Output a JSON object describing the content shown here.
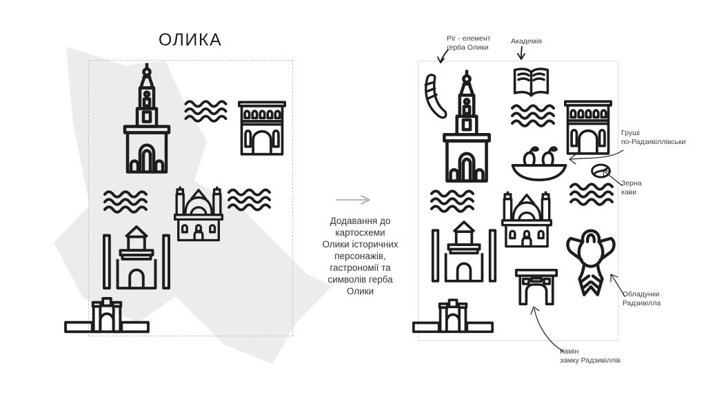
{
  "left_panel": {
    "title": "ОЛИКА",
    "icons": [
      "church-bell-tower",
      "river-waves",
      "triumphal-arch",
      "collegiate-dome-church",
      "castle-gate",
      "bridge-gate"
    ]
  },
  "transition": {
    "caption": "Додавання до\nкартосхеми\nОлики історичних\nперсонажів,\nгастрономії та\nсимволів герба\nОлики"
  },
  "right_panel": {
    "icons": [
      "horn",
      "church-bell-tower",
      "open-book",
      "river-waves",
      "triumphal-arch",
      "pears-bowl",
      "coffee-bean",
      "collegiate-dome-church",
      "castle-gate",
      "knight-armor",
      "fireplace",
      "bridge-gate"
    ],
    "annotations": {
      "horn": {
        "label": "Ріг - елемент\nгерба Олики"
      },
      "academy": {
        "label": "Академія"
      },
      "pears": {
        "label": "Груші\nпо-Радзивіллівськи"
      },
      "coffee": {
        "label": "Зерна\nкави"
      },
      "armor": {
        "label": "Обладунки\nРадзивілла"
      },
      "fireplace": {
        "label": "Камін\nзамку Радзивіллів"
      }
    }
  },
  "colors": {
    "background": "#ffffff",
    "icon_stroke": "#1d1d1b",
    "map_fill": "#ececec",
    "left_frame_border": "#c2c2c2",
    "right_frame_border": "#dcdcdc",
    "transition_arrow": "#a0a0a0",
    "annotation_text": "#3c3c3b"
  }
}
